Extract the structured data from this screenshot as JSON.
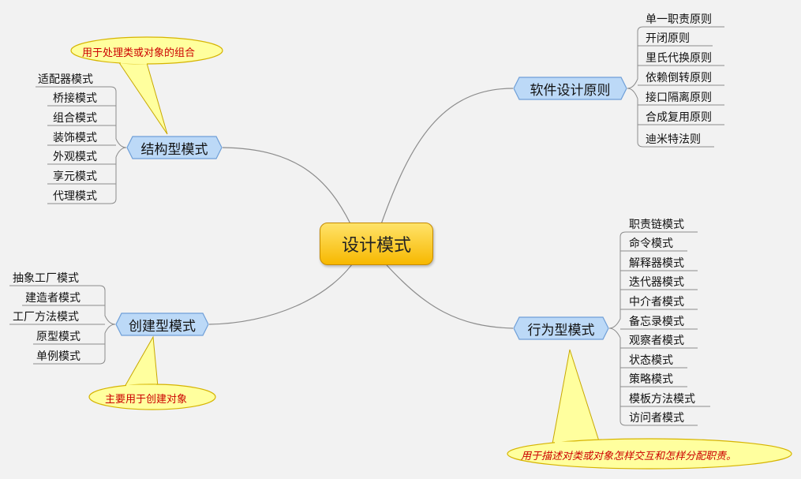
{
  "center": {
    "label": "设计模式"
  },
  "branches": {
    "principles": {
      "label": "软件设计原则",
      "items": [
        "单一职责原则",
        "开闭原则",
        "里氏代换原则",
        "依赖倒转原则",
        "接口隔离原则",
        "合成复用原则",
        "迪米特法则"
      ]
    },
    "structural": {
      "label": "结构型模式",
      "items": [
        "适配器模式",
        "桥接模式",
        "组合模式",
        "装饰模式",
        "外观模式",
        "享元模式",
        "代理模式"
      ],
      "note": "用于处理类或对象的组合"
    },
    "creational": {
      "label": "创建型模式",
      "items": [
        "抽象工厂模式",
        "建造者模式",
        "工厂方法模式",
        "原型模式",
        "单例模式"
      ],
      "note": "主要用于创建对象"
    },
    "behavioral": {
      "label": "行为型模式",
      "items": [
        "职责链模式",
        "命令模式",
        "解释器模式",
        "迭代器模式",
        "中介者模式",
        "备忘录模式",
        "观察者模式",
        "状态模式",
        "策略模式",
        "模板方法模式",
        "访问者模式"
      ],
      "note": "用于描述对类或对象怎样交互和怎样分配职责。"
    }
  },
  "colors": {
    "center_fill": "#f7b800",
    "branch_fill": "#bcd9f7",
    "branch_border": "#6f9fd8",
    "note_fill": "#ffff99",
    "note_text": "#cc0000",
    "line": "#8a8a8a"
  }
}
